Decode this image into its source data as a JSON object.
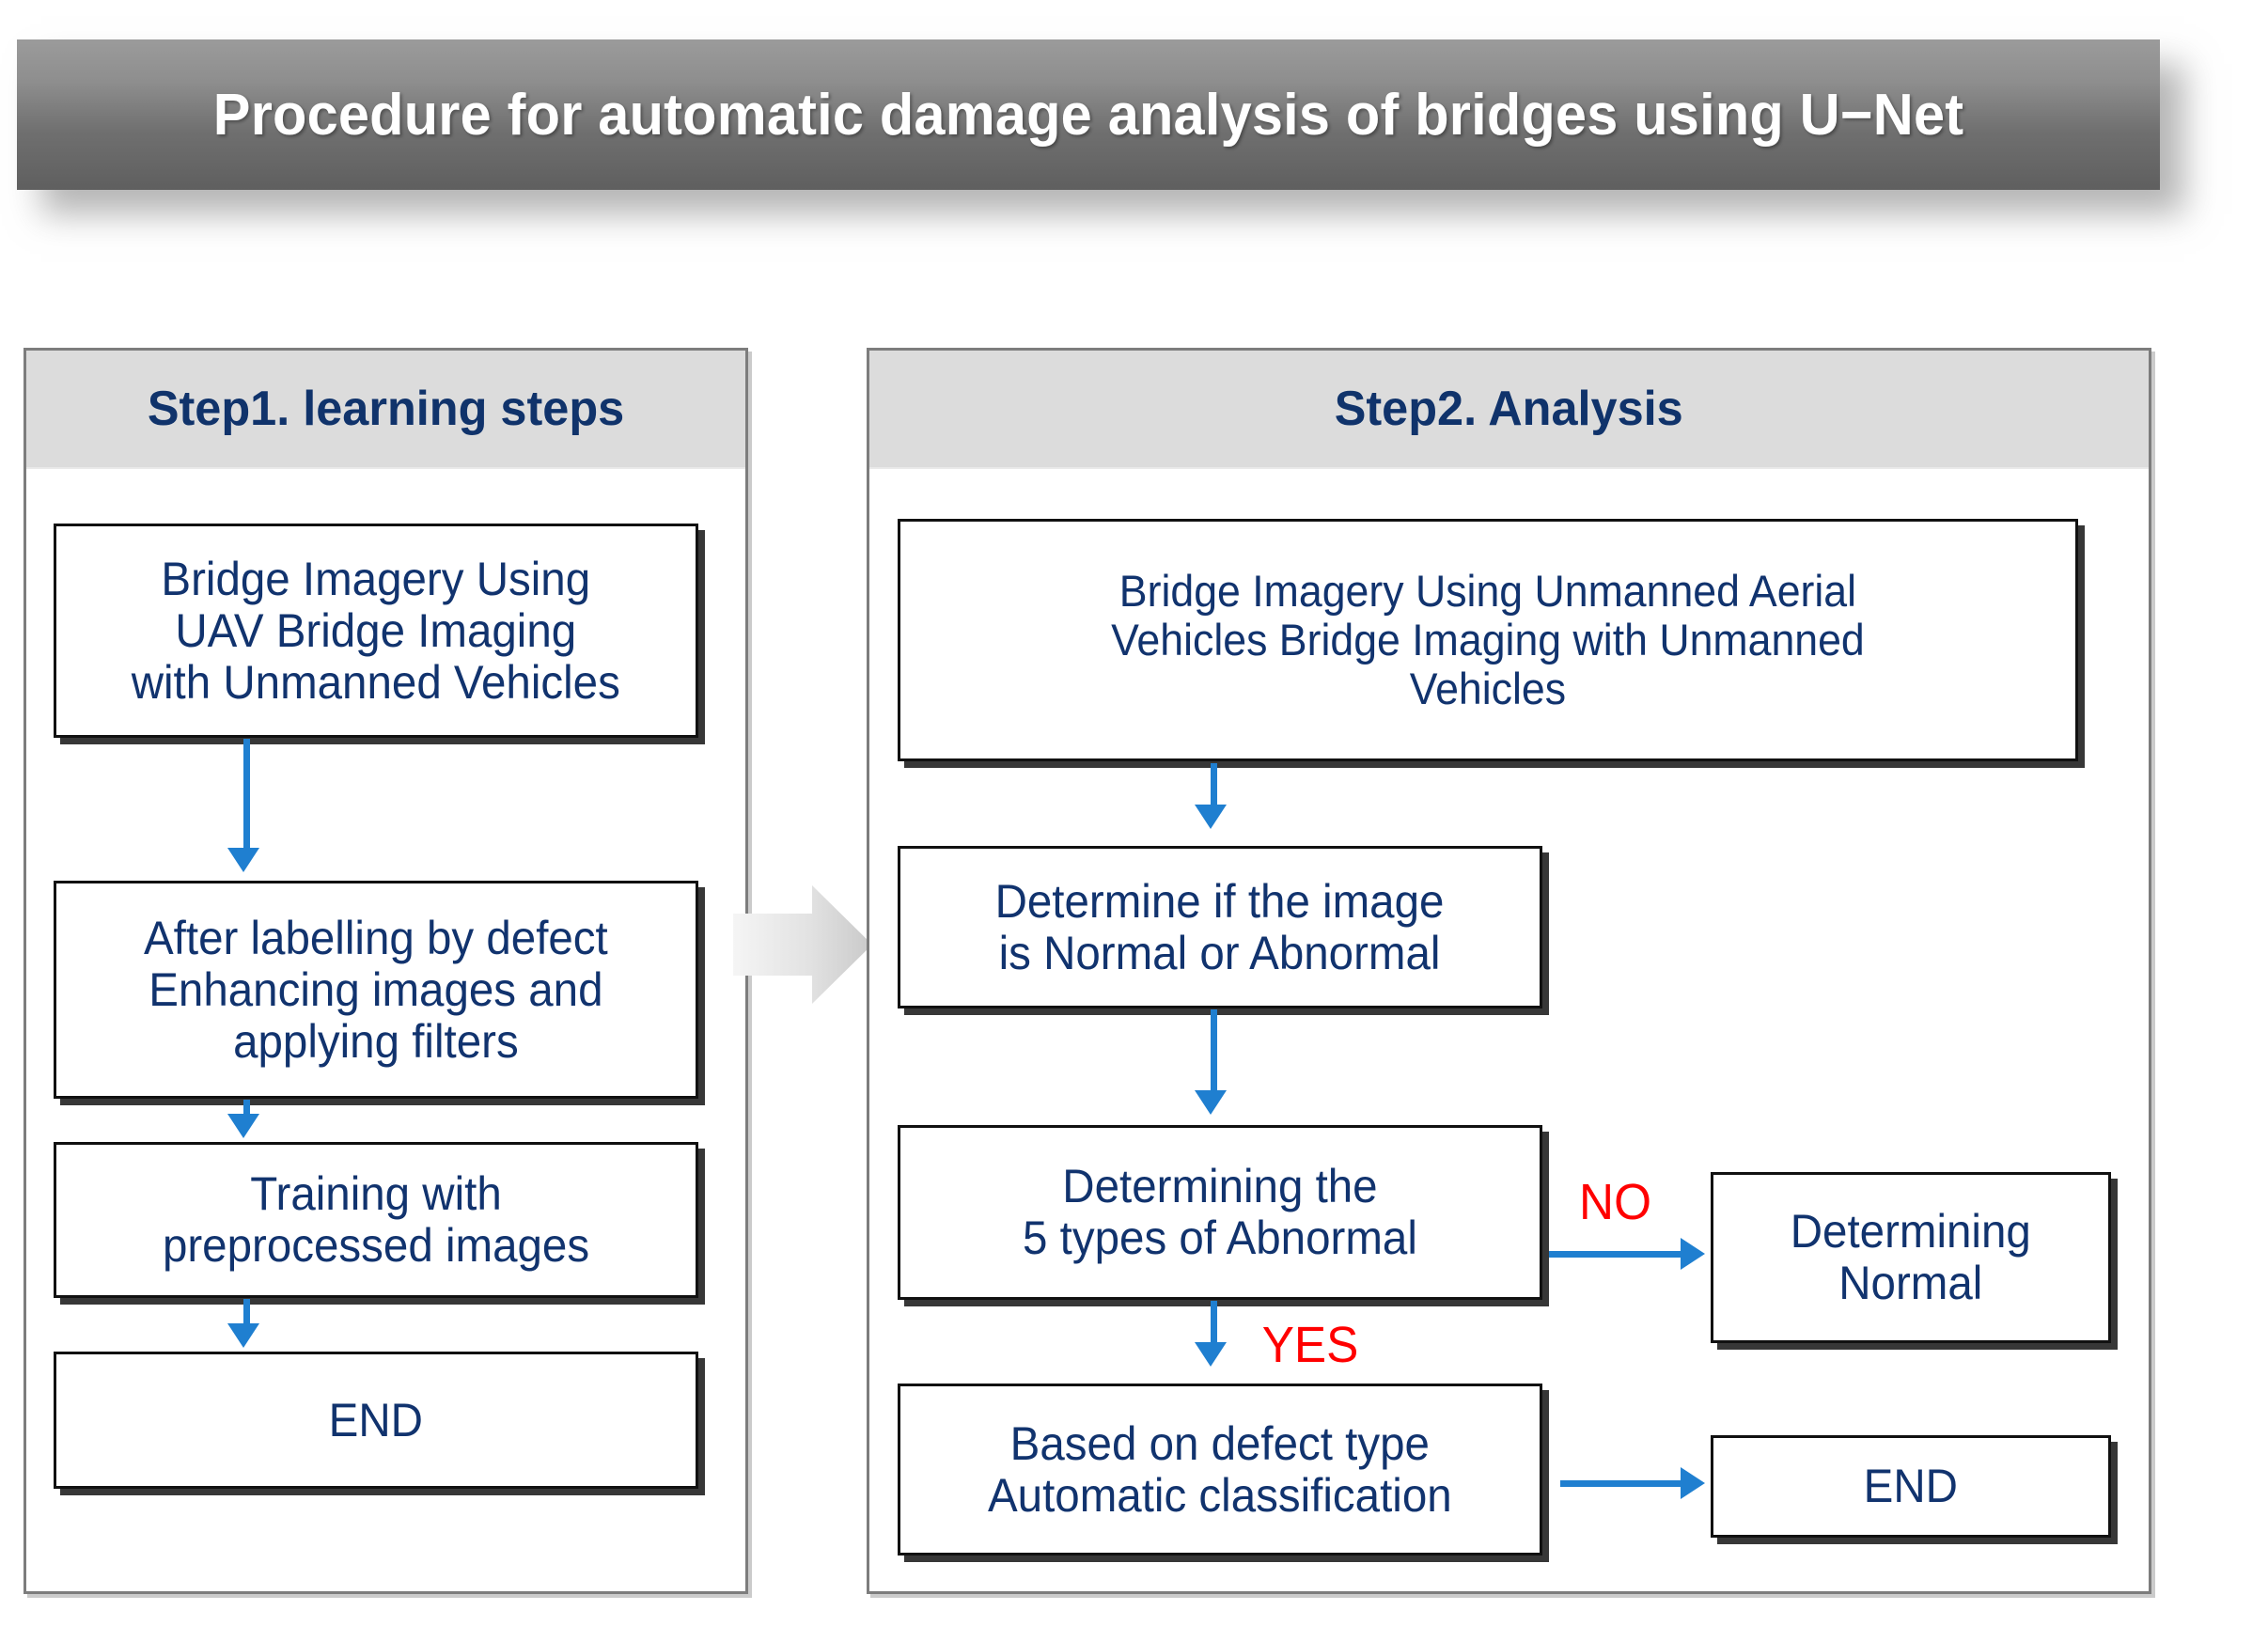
{
  "title": {
    "text": "Procedure for automatic damage analysis of bridges using U−Net"
  },
  "colors": {
    "heading_blue": "#10336b",
    "box_text_blue": "#11336e",
    "connector_blue": "#1f7fd0",
    "branch_label_red": "#ff0000",
    "panel_header_gray": "#dcdcdc",
    "title_bar_gray": "#6f6f6f"
  },
  "panels": [
    {
      "id": "step1",
      "header": "Step1. learning steps",
      "boxes": [
        {
          "id": "l1",
          "text": "Bridge Imagery Using\nUAV Bridge Imaging\nwith Unmanned Vehicles"
        },
        {
          "id": "l2",
          "text": "After labelling by defect\nEnhancing images and\napplying filters"
        },
        {
          "id": "l3",
          "text": "Training with\npreprocessed images"
        },
        {
          "id": "l4",
          "text": "END"
        }
      ]
    },
    {
      "id": "step2",
      "header": "Step2. Analysis",
      "boxes": [
        {
          "id": "r1",
          "text": "Bridge Imagery Using Unmanned Aerial\nVehicles Bridge Imaging with Unmanned\nVehicles"
        },
        {
          "id": "r2",
          "text": "Determine if the image\nis Normal or Abnormal"
        },
        {
          "id": "r3",
          "text": "Determining the\n5 types of Abnormal"
        },
        {
          "id": "r4",
          "text": "Based on defect type\nAutomatic classification"
        },
        {
          "id": "r5",
          "text": "Determining\nNormal"
        },
        {
          "id": "r6",
          "text": "END"
        }
      ]
    }
  ],
  "branch_labels": {
    "no": "NO",
    "yes": "YES"
  },
  "icons": {
    "transition": "right-block-arrow-icon",
    "flow_down": "arrow-down-icon",
    "flow_right": "arrow-right-icon"
  }
}
